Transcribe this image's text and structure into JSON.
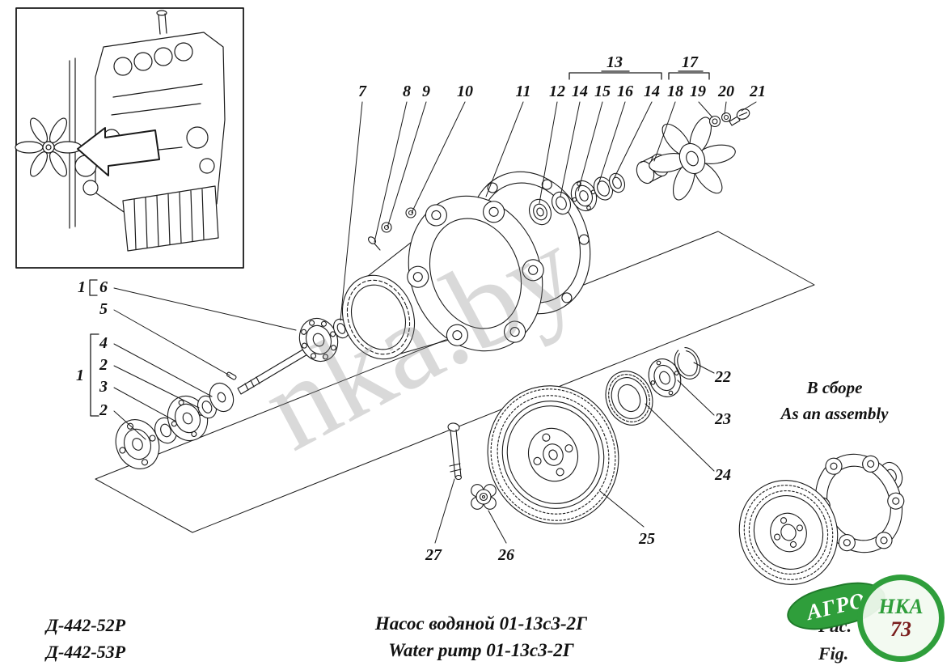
{
  "watermark": "nka.by",
  "assembly_note": {
    "ru": "В сборе",
    "en": "As an assembly"
  },
  "footer": {
    "models": [
      "Д-442-52Р",
      "Д-442-53Р"
    ],
    "title_ru": "Насос водяной 01-13с3-2Г",
    "title_en": "Water pump 01-13с3-2Г",
    "fig_ru": "Рис.",
    "fig_en": "Fig.",
    "fig_number": "73"
  },
  "logo": {
    "top": "АГРО",
    "bottom": "НКА"
  },
  "callouts": {
    "items": [
      {
        "label": "7"
      },
      {
        "label": "8"
      },
      {
        "label": "9"
      },
      {
        "label": "10"
      },
      {
        "label": "11"
      },
      {
        "label": "12"
      },
      {
        "label": "14"
      },
      {
        "label": "15"
      },
      {
        "label": "16"
      },
      {
        "label": "14"
      },
      {
        "label": "18"
      },
      {
        "label": "19"
      },
      {
        "label": "20"
      },
      {
        "label": "21"
      },
      {
        "label": "13"
      },
      {
        "label": "17"
      },
      {
        "label": "1"
      },
      {
        "label": "6"
      },
      {
        "label": "5"
      },
      {
        "label": "4"
      },
      {
        "label": "2"
      },
      {
        "label": "1"
      },
      {
        "label": "3"
      },
      {
        "label": "2"
      },
      {
        "label": "22"
      },
      {
        "label": "23"
      },
      {
        "label": "24"
      },
      {
        "label": "27"
      },
      {
        "label": "26"
      },
      {
        "label": "25"
      }
    ]
  }
}
